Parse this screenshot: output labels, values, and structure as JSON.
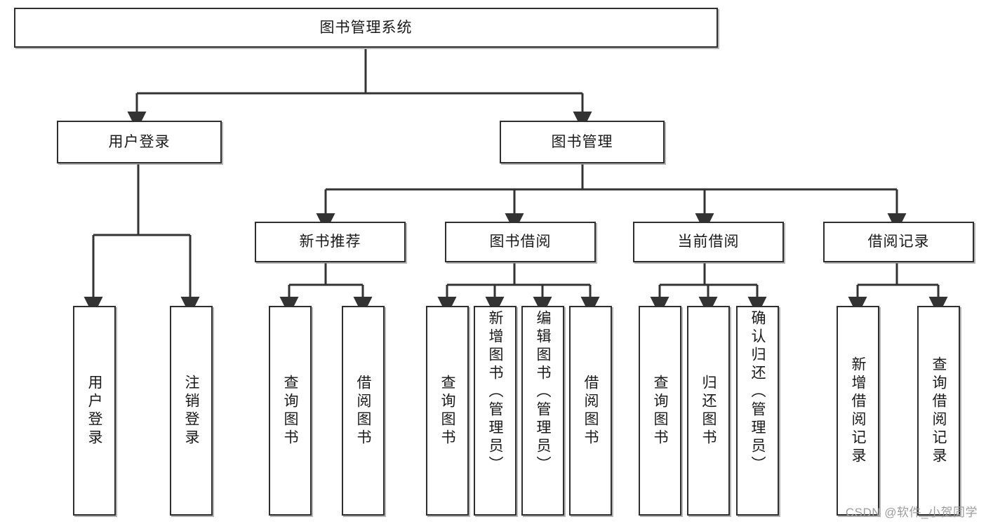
{
  "diagram": {
    "type": "tree",
    "title": "图书管理系统",
    "watermark": "CSDN @软件_小贺同学",
    "colors": {
      "box_border": "#2f2f2f",
      "box_fill": "#ffffff",
      "connector": "#333333",
      "watermark": "#9d9d9d"
    },
    "root": {
      "label": "图书管理系统"
    },
    "level2": [
      {
        "label": "用户登录"
      },
      {
        "label": "图书管理"
      }
    ],
    "level3": [
      {
        "label": "新书推荐"
      },
      {
        "label": "图书借阅"
      },
      {
        "label": "当前借阅"
      },
      {
        "label": "借阅记录"
      }
    ],
    "leaves": {
      "user_login": [
        {
          "label": "用户登录"
        },
        {
          "label": "注销登录"
        }
      ],
      "new_book": [
        {
          "label": "查询图书"
        },
        {
          "label": "借阅图书"
        }
      ],
      "book_borrow": [
        {
          "label": "查询图书"
        },
        {
          "label": "新增图书（管理员）"
        },
        {
          "label": "编辑图书（管理员）"
        },
        {
          "label": "借阅图书"
        }
      ],
      "current_borrow": [
        {
          "label": "查询图书"
        },
        {
          "label": "归还图书"
        },
        {
          "label": "确认归还（管理员）"
        }
      ],
      "borrow_record": [
        {
          "label": "新增借阅记录"
        },
        {
          "label": "查询借阅记录"
        }
      ]
    }
  }
}
